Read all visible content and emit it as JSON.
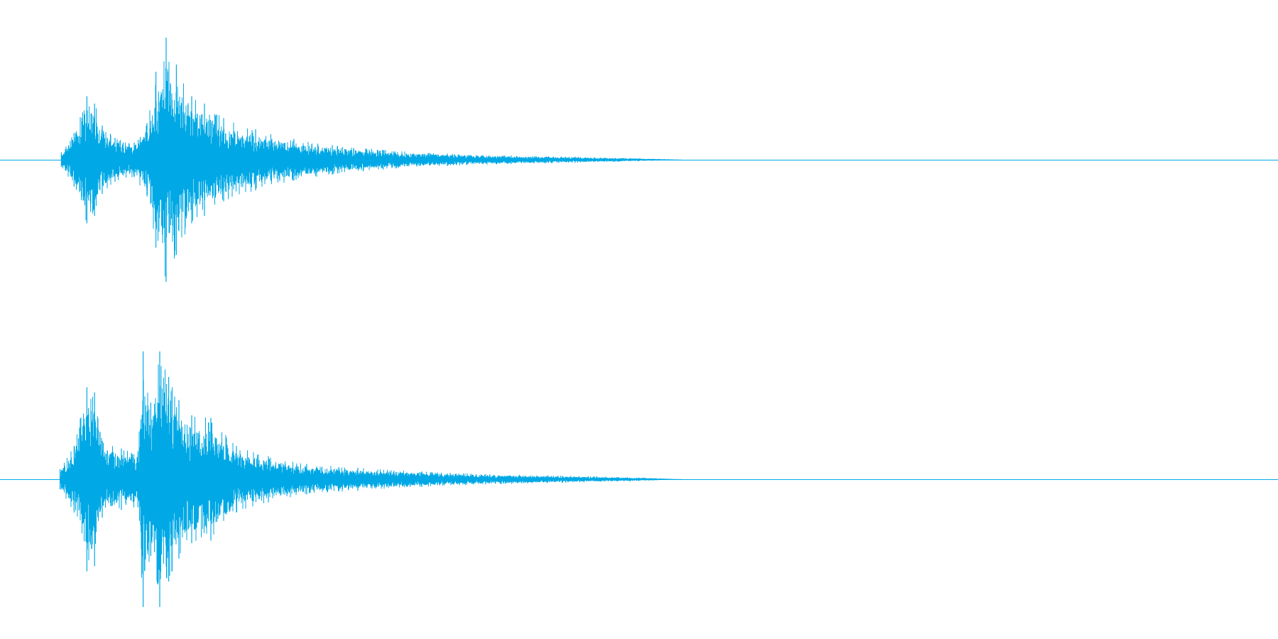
{
  "color": "#00a9e6",
  "chart_data": {
    "type": "area",
    "title": "",
    "xlabel": "",
    "ylabel": "",
    "grid": false,
    "legend": "none",
    "ylim": [
      -1,
      1
    ],
    "x_extent": [
      0,
      1
    ],
    "series": [
      {
        "channel": 1,
        "onset": 0.048,
        "end": 0.535,
        "peaks": [
          {
            "x": 0.048,
            "amp": 0.06
          },
          {
            "x": 0.058,
            "amp": 0.22
          },
          {
            "x": 0.068,
            "amp": 0.52
          },
          {
            "x": 0.074,
            "amp": 0.46
          },
          {
            "x": 0.08,
            "amp": 0.28
          },
          {
            "x": 0.09,
            "amp": 0.18
          },
          {
            "x": 0.105,
            "amp": 0.14
          },
          {
            "x": 0.115,
            "amp": 0.3
          },
          {
            "x": 0.122,
            "amp": 0.72
          },
          {
            "x": 0.13,
            "amp": 1.0
          },
          {
            "x": 0.138,
            "amp": 0.78
          },
          {
            "x": 0.15,
            "amp": 0.52
          },
          {
            "x": 0.16,
            "amp": 0.46
          },
          {
            "x": 0.175,
            "amp": 0.34
          },
          {
            "x": 0.2,
            "amp": 0.25
          },
          {
            "x": 0.23,
            "amp": 0.17
          },
          {
            "x": 0.26,
            "amp": 0.12
          },
          {
            "x": 0.3,
            "amp": 0.08
          },
          {
            "x": 0.35,
            "amp": 0.05
          },
          {
            "x": 0.4,
            "amp": 0.035
          },
          {
            "x": 0.45,
            "amp": 0.025
          },
          {
            "x": 0.5,
            "amp": 0.012
          },
          {
            "x": 0.535,
            "amp": 0.0
          }
        ]
      },
      {
        "channel": 2,
        "onset": 0.047,
        "end": 0.535,
        "peaks": [
          {
            "x": 0.047,
            "amp": 0.08
          },
          {
            "x": 0.058,
            "amp": 0.26
          },
          {
            "x": 0.068,
            "amp": 0.72
          },
          {
            "x": 0.074,
            "amp": 0.68
          },
          {
            "x": 0.08,
            "amp": 0.3
          },
          {
            "x": 0.095,
            "amp": 0.24
          },
          {
            "x": 0.108,
            "amp": 0.22
          },
          {
            "x": 0.112,
            "amp": 1.0
          },
          {
            "x": 0.118,
            "amp": 0.6
          },
          {
            "x": 0.125,
            "amp": 1.0
          },
          {
            "x": 0.132,
            "amp": 0.8
          },
          {
            "x": 0.14,
            "amp": 0.62
          },
          {
            "x": 0.15,
            "amp": 0.5
          },
          {
            "x": 0.165,
            "amp": 0.48
          },
          {
            "x": 0.185,
            "amp": 0.26
          },
          {
            "x": 0.21,
            "amp": 0.18
          },
          {
            "x": 0.24,
            "amp": 0.12
          },
          {
            "x": 0.28,
            "amp": 0.09
          },
          {
            "x": 0.33,
            "amp": 0.06
          },
          {
            "x": 0.38,
            "amp": 0.04
          },
          {
            "x": 0.44,
            "amp": 0.028
          },
          {
            "x": 0.5,
            "amp": 0.014
          },
          {
            "x": 0.535,
            "amp": 0.0
          }
        ]
      }
    ]
  }
}
